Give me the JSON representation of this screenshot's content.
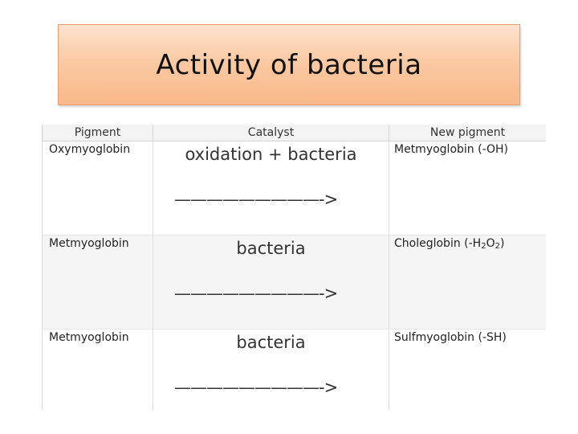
{
  "title": "Activity of bacteria",
  "table": {
    "headers": [
      "Pigment",
      "Catalyst",
      "New pigment"
    ],
    "rows": [
      {
        "pigment": "Oxymyoglobin",
        "catalyst": "oxidation + bacteria",
        "arrow": "—————————->",
        "new_pigment": "Metmyoglobin (-OH)"
      },
      {
        "pigment": "Metmyoglobin",
        "catalyst": "bacteria",
        "arrow": "—————————->",
        "new_pigment_prefix": "Choleglobin (-H",
        "new_pigment_sub1": "2",
        "new_pigment_mid": "O",
        "new_pigment_sub2": "2",
        "new_pigment_suffix": ")"
      },
      {
        "pigment": "Metmyoglobin",
        "catalyst": "bacteria",
        "arrow": "—————————->",
        "new_pigment": "Sulfmyoglobin (-SH)"
      }
    ]
  },
  "colors": {
    "title_fill_top": "#fde3d0",
    "title_fill_bottom": "#f9b889",
    "title_border": "#e0a070"
  }
}
